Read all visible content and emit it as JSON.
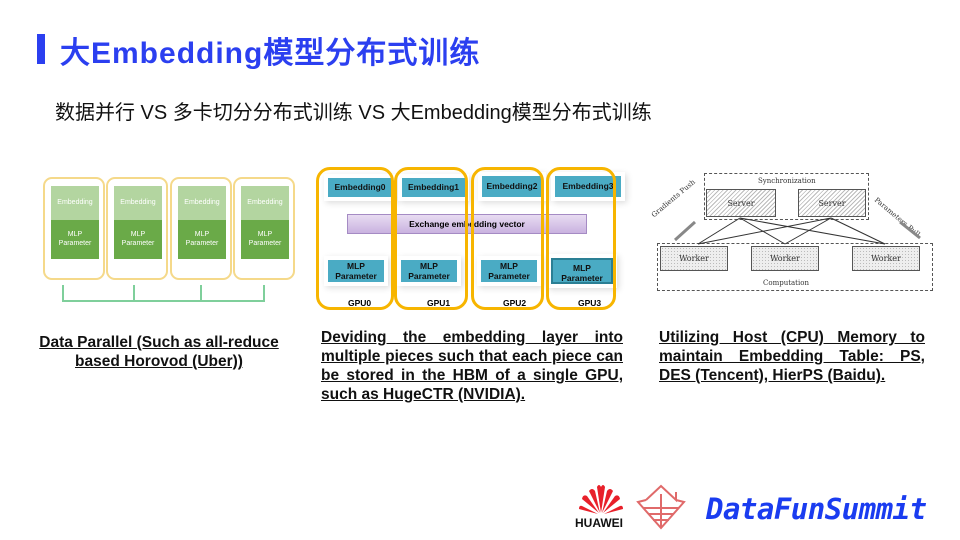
{
  "title": "大Embedding模型分布式训练",
  "subtitle": "数据并行 VS 多卡切分分布式训练  VS 大Embedding模型分布式训练",
  "accent_color": "#2b3ff0",
  "data_parallel": {
    "cards": [
      {
        "embedding": "Embedding",
        "mlp": "MLP Parameter"
      },
      {
        "embedding": "Embedding",
        "mlp": "MLP Parameter"
      },
      {
        "embedding": "Embedding",
        "mlp": "MLP Parameter"
      },
      {
        "embedding": "Embedding",
        "mlp": "MLP Parameter"
      }
    ],
    "caption": "Data Parallel (Such as all-reduce based Horovod (Uber))"
  },
  "model_parallel": {
    "embeddings": [
      "Embedding0",
      "Embedding1",
      "Embedding2",
      "Embedding3"
    ],
    "exchange": "Exchange embedding vector",
    "mlp": [
      "MLP Parameter",
      "MLP Parameter",
      "MLP Parameter",
      "MLP Parameter"
    ],
    "gpus": [
      "GPU0",
      "GPU1",
      "GPU2",
      "GPU3"
    ],
    "caption": "Deviding the embedding layer into multiple pieces such that each piece can be stored in the HBM of a single GPU,  such as HugeCTR (NVIDIA)."
  },
  "parameter_server": {
    "sync_label": "Synchronization",
    "servers": [
      "Server",
      "Server"
    ],
    "workers": [
      "Worker",
      "Worker",
      "Worker"
    ],
    "computation_label": "Computation",
    "push_label": "Gradients Push",
    "pull_label": "Parameters Pull",
    "caption": "Utilizing Host (CPU) Memory to maintain Embedding Table: PS, DES (Tencent), HierPS (Baidu)."
  },
  "footer": {
    "huawei": "HUAWEI",
    "brand": "DataFunSummit",
    "brand_color": "#1a3cf0"
  }
}
